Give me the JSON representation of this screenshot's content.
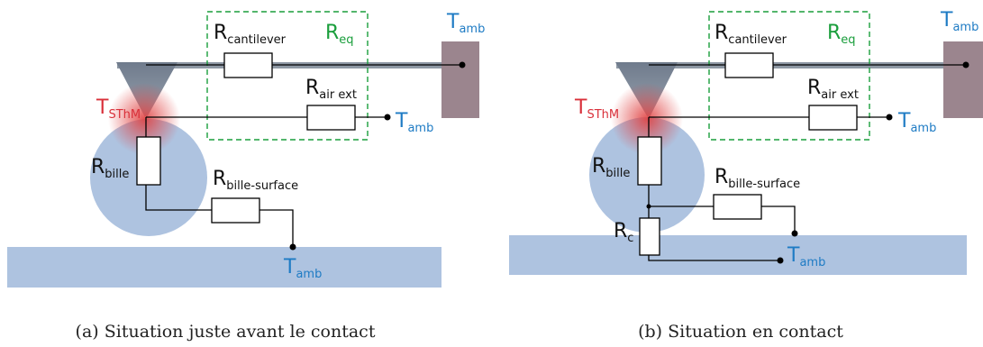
{
  "colors": {
    "substrate": "#aec3e0",
    "sphere": "#aec3e0",
    "base_block": "#9b858e",
    "tip": "#7f8a99",
    "hot_spot": "#e04040",
    "beam": "#8e98a4",
    "t_sthm_text": "#d9303a",
    "t_amb_text": "#1e7bc4",
    "r_eq_text": "#1a9e3c",
    "box_border": "#1a9e3c",
    "label_text": "#111111"
  },
  "panels": [
    {
      "id": "a",
      "caption": "(a) Situation juste avant le contact",
      "labels": {
        "t_sthm_main": "T",
        "t_sthm_sub": "SThM",
        "t_amb_main": "T",
        "t_amb_sub": "amb",
        "r_main": "R",
        "r_eq_sub": "eq",
        "r_cantilever_sub": "cantilever",
        "r_air_sub": "air ext",
        "r_bille_sub": "bille",
        "r_bille_surface_sub": "bille-surface"
      }
    },
    {
      "id": "b",
      "caption": "(b) Situation en contact",
      "labels": {
        "t_sthm_main": "T",
        "t_sthm_sub": "SThM",
        "t_amb_main": "T",
        "t_amb_sub": "amb",
        "r_main": "R",
        "r_eq_sub": "eq",
        "r_cantilever_sub": "cantilever",
        "r_air_sub": "air ext",
        "r_bille_sub": "bille",
        "r_bille_surface_sub": "bille-surface",
        "r_c_sub": "c"
      }
    }
  ]
}
